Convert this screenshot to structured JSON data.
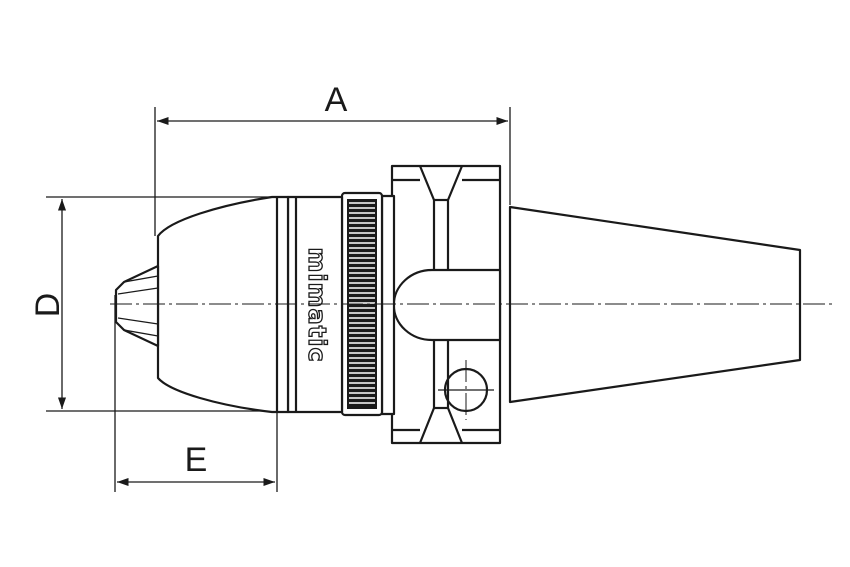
{
  "dimensions": {
    "a": "A",
    "d": "D",
    "e": "E"
  },
  "brand_text": "mimatic"
}
